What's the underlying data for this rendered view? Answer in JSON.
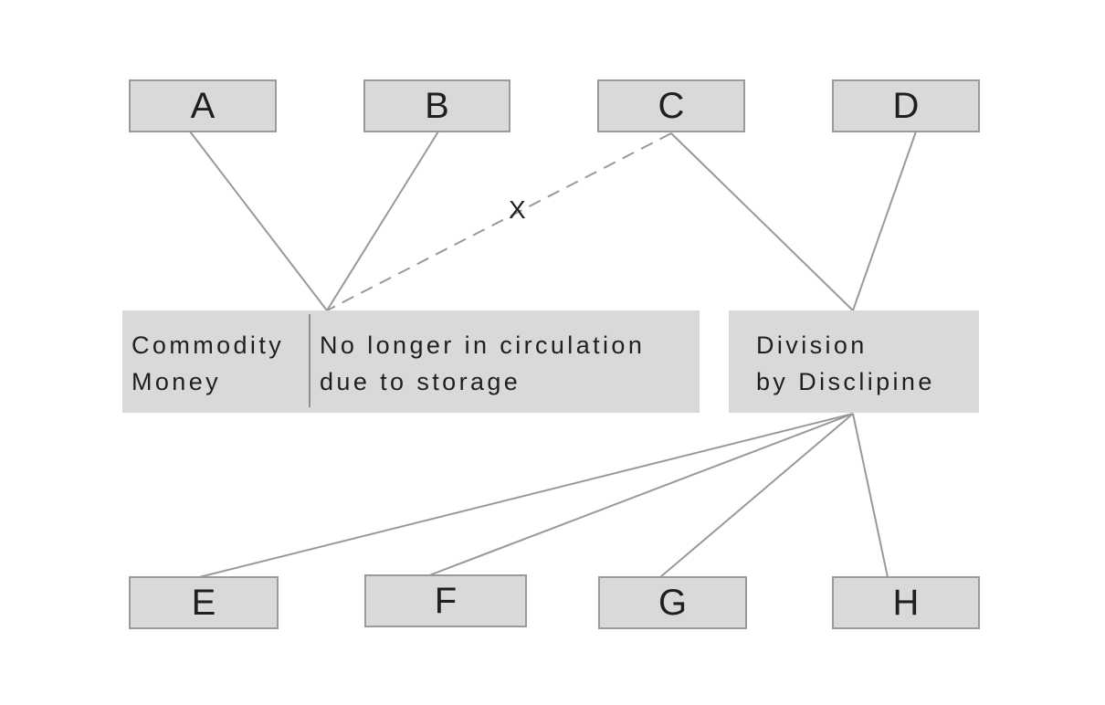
{
  "top_nodes": [
    "A",
    "B",
    "C",
    "D"
  ],
  "bottom_nodes": [
    "E",
    "F",
    "G",
    "H"
  ],
  "left_panel": {
    "label_lines": [
      "Commodity",
      "Money"
    ],
    "description_lines": [
      "No longer in circulation",
      "due to storage"
    ]
  },
  "right_panel": {
    "label_lines": [
      "Division",
      "by Disclipine"
    ]
  },
  "excluded_link_mark": "X",
  "colors": {
    "box_fill": "#d9d9d9",
    "box_border": "#9a9a9a",
    "line": "#999999",
    "text": "#1f1f1f"
  }
}
